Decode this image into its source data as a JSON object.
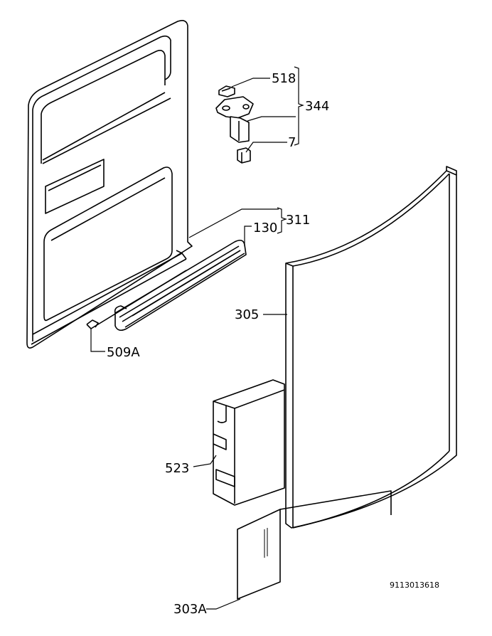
{
  "callouts": [
    {
      "id": "518",
      "text": "518"
    },
    {
      "id": "344",
      "text": "344"
    },
    {
      "id": "7",
      "text": "7"
    },
    {
      "id": "311",
      "text": "311"
    },
    {
      "id": "130",
      "text": "130"
    },
    {
      "id": "305",
      "text": "305"
    },
    {
      "id": "509A",
      "text": "509A"
    },
    {
      "id": "523",
      "text": "523"
    },
    {
      "id": "303A",
      "text": "303A"
    }
  ],
  "drawing_number": "9113013618"
}
